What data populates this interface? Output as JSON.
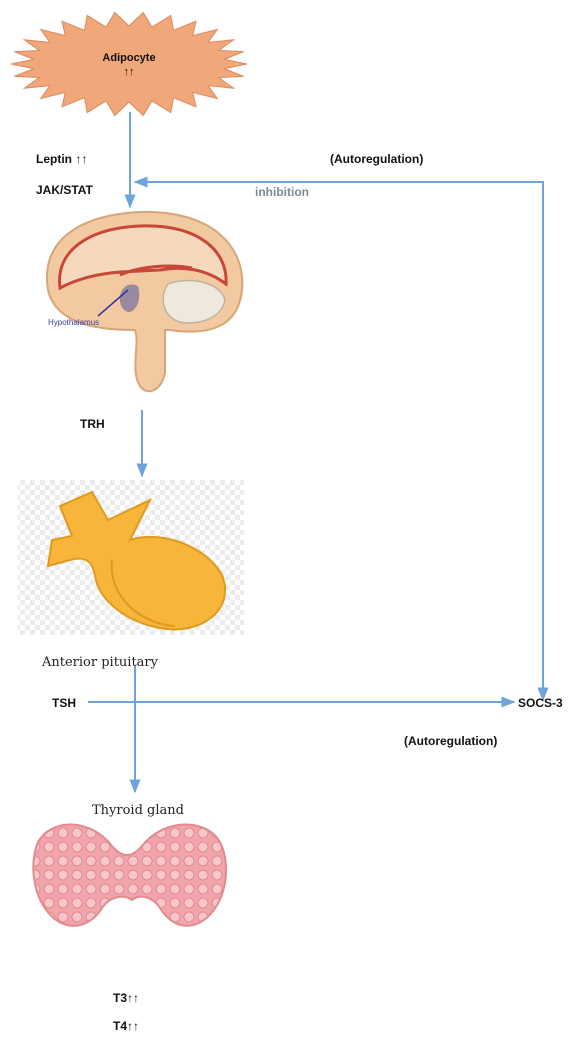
{
  "title": "",
  "nodes": {
    "adipocyte": {
      "label": "Adipocyte",
      "arrows": "↑↑"
    },
    "leptin": "Leptin ↑↑",
    "jak_stat": "JAK/STAT",
    "inhibition": "inhibition",
    "autoregulation_top": "(Autoregulation)",
    "hypothalamus": "Hypothalamus",
    "trh": "TRH",
    "anterior_pituitary": "Anterior pituitary",
    "tsh": "TSH",
    "socs3": "SOCS-3",
    "autoregulation_bottom": "(Autoregulation)",
    "thyroid_gland": "Thyroid gland",
    "t3": "T3↑↑",
    "t4": "T4↑↑"
  },
  "colors": {
    "arrow": "#6fa3dc",
    "adipocyte_fill": "#f0a77a",
    "brain_outer": "#f2c9a0",
    "brain_inner": "#c8463a",
    "pituitary": "#f7b53a",
    "thyroid": "#ee9a9f"
  }
}
